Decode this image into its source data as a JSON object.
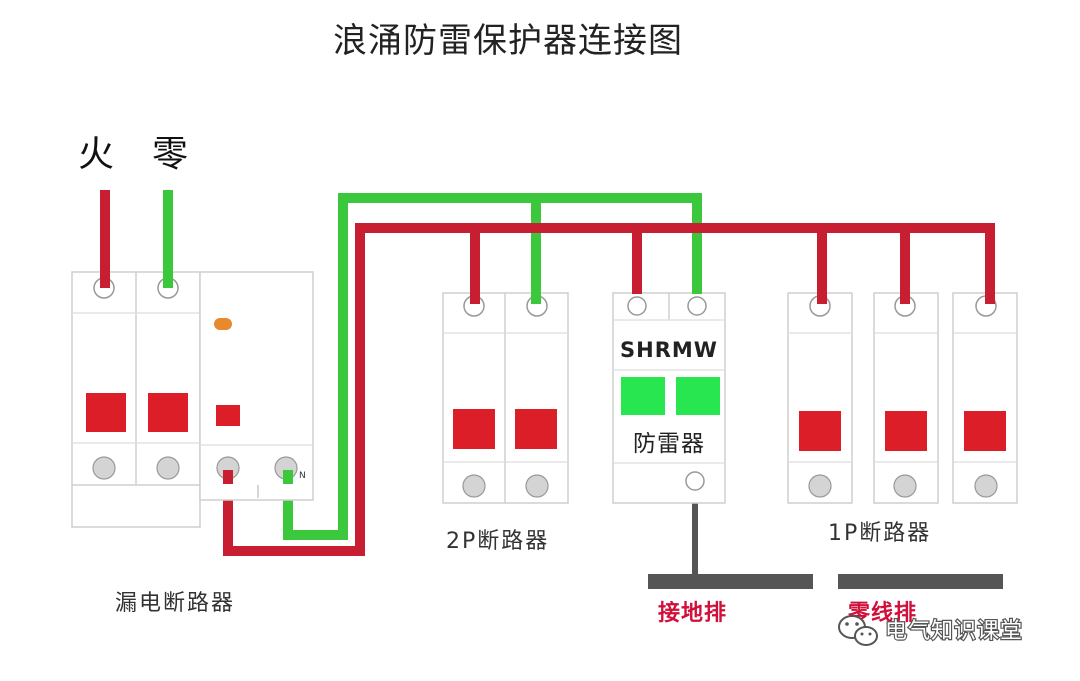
{
  "title": "浪涌防雷保护器连接图",
  "labels": {
    "live": "火",
    "neutral": "零",
    "rcd": "漏电断路器",
    "breaker_2p": "2P断路器",
    "breaker_1p": "1P断路器",
    "spd_model": "SHRMW",
    "spd_name": "防雷器",
    "ground_bar": "接地排",
    "neutral_bar": "零线排",
    "n_terminal": "N"
  },
  "watermark": "电气知识课堂",
  "colors": {
    "live_wire": "#c81e32",
    "neutral_wire": "#3cc83c",
    "ground_wire": "#555555",
    "handle": "#dc1e28",
    "spd_window": "#28e650",
    "bar": "#555555"
  }
}
